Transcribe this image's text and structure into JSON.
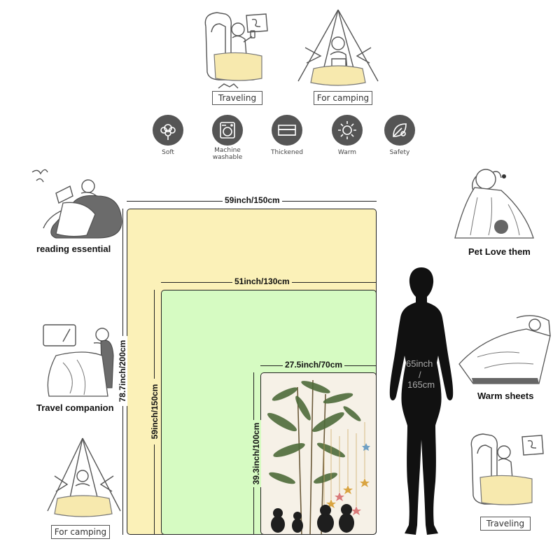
{
  "scenes": {
    "traveling_top": "Traveling",
    "camping_top": "For camping",
    "reading": "reading essential",
    "travel_companion": "Travel companion",
    "camping_bottom": "For camping",
    "pet": "Pet Love them",
    "warm_sheets": "Warm sheets",
    "traveling_bottom": "Traveling"
  },
  "features": [
    {
      "label": "Soft",
      "icon": "cotton-icon"
    },
    {
      "label": "Machine\nwashable",
      "icon": "washing-machine-icon"
    },
    {
      "label": "Thickened",
      "icon": "thick-layer-icon"
    },
    {
      "label": "Warm",
      "icon": "sun-icon"
    },
    {
      "label": "Safety",
      "icon": "leaf-icon"
    }
  ],
  "sizes": {
    "large": {
      "width": "59inch/150cm",
      "height": "78.7inch/200cm",
      "color": "#FBF1B8"
    },
    "medium": {
      "width": "51inch/130cm",
      "height": "59inch/150cm",
      "color": "#D6FBC2"
    },
    "small": {
      "width": "27.5inch/70cm",
      "height": "39.3inch/100cm",
      "color": "#F6F1E7"
    }
  },
  "person_height": {
    "line1": "65inch",
    "sep": "/",
    "line2": "165cm"
  }
}
